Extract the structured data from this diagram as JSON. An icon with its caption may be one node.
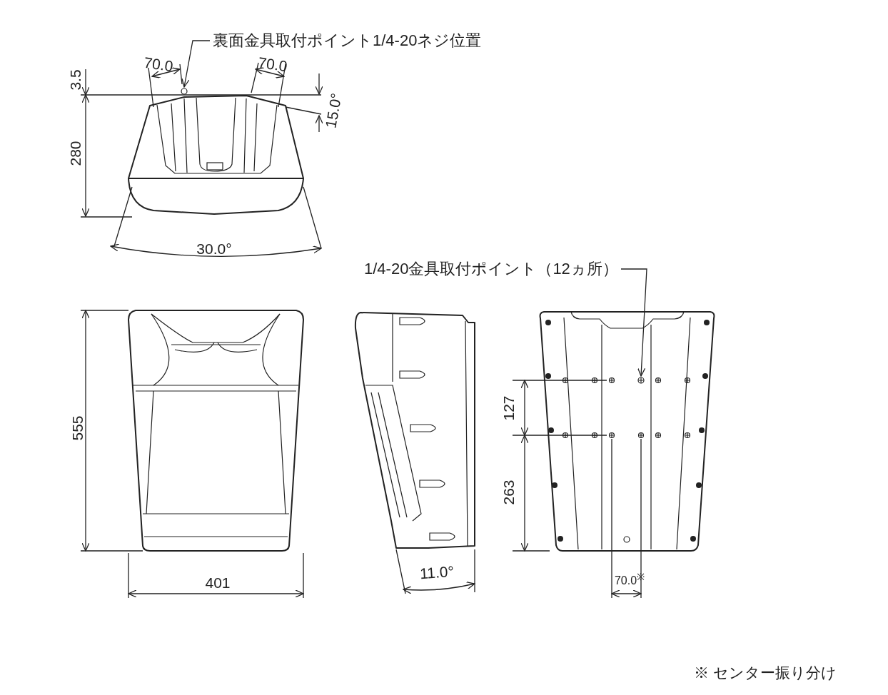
{
  "diagram": {
    "nodes": [
      {
        "text": [
          "裏面金具取付ポイント1/4-20ネジ位置"
        ]
      },
      {
        "text": [],
        "shape": "circle"
      },
      {
        "text": [
          "1/4-20金具取付ポイント（12ヵ所）"
        ]
      },
      {
        "text": [],
        "shape": "circle"
      }
    ],
    "edges": [
      {
        "from": 0,
        "to": 1,
        "arrow": "to"
      },
      {
        "from": 2,
        "to": 3,
        "arrow": "to"
      }
    ],
    "labels": [
      "3.5",
      "70.0",
      "70.0",
      "15.0°",
      "280",
      "30.0°",
      "555",
      "401",
      "11.0°",
      "127",
      "263",
      "70.0$^{※}$",
      "※ センター振り分け"
    ]
  }
}
